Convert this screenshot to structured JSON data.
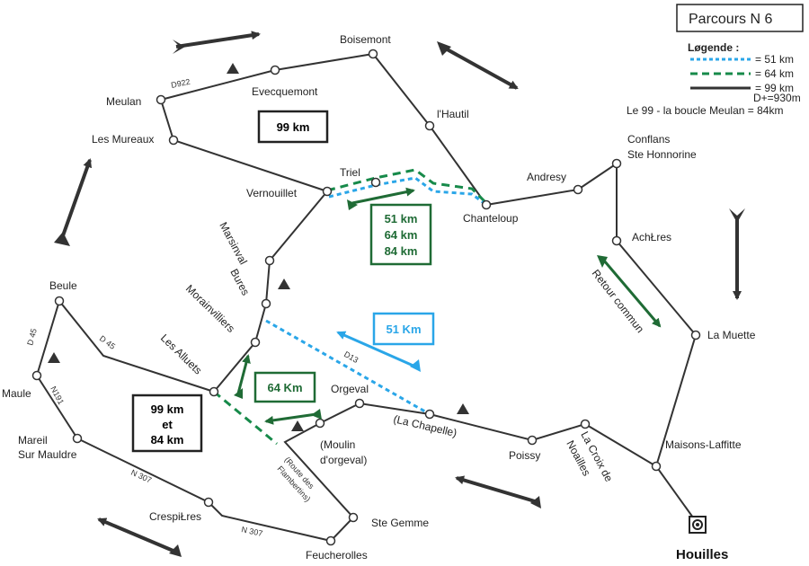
{
  "title": "Parcours N  6",
  "legend": {
    "heading": "Løgende :",
    "items": [
      {
        "label": "=  51 km",
        "color": "#2aa6e8",
        "style": "dotted"
      },
      {
        "label": "=  64 km",
        "color": "#178a4a",
        "style": "dashed"
      },
      {
        "label": "=  99 km",
        "color": "#333333",
        "style": "solid"
      }
    ],
    "elevation": "D+=930m",
    "note": "Le 99 - la boucle Meulan = 84km"
  },
  "boxes": {
    "box_99": "99 km",
    "box_multi": [
      "51 km",
      "64 km",
      "84 km"
    ],
    "box_51": "51 Km",
    "box_64": "64 Km",
    "box_99_84": [
      "99 km",
      "et",
      "84 km"
    ]
  },
  "places": {
    "boisemont": "Boisemont",
    "evecquemont": "Evecquemont",
    "meulan": "Meulan",
    "les_mureaux": "Les Mureaux",
    "hautil": "l'Hautil",
    "andresy": "Andresy",
    "conflans": [
      "Conflans",
      "Ste Honnorine"
    ],
    "triel": "Triel",
    "vernouillet": "Vernouillet",
    "chanteloup": "Chanteloup",
    "acheres": "AchŁres",
    "marsinval": "Marsinval",
    "bures": "Bures",
    "morainvilliers": "Morainvilliers",
    "les_alluets": "Les Alluets",
    "beule": "Beule",
    "maule": "Maule",
    "mareil": [
      "Mareil",
      "Sur Mauldre"
    ],
    "orgeval": "Orgeval",
    "moulin": [
      "(Moulin",
      "d'orgeval)"
    ],
    "la_chapelle": "(La Chapelle)",
    "poissy": "Poissy",
    "croix_noailles": [
      "La Croix de",
      "Noailles"
    ],
    "la_muette": "La Muette",
    "maisons_laffitte": "Maisons-Laffitte",
    "route_flambertins": [
      "(Route des",
      "Flambertins)"
    ],
    "crespieres": "CrespiŁres",
    "ste_gemme": "Ste Gemme",
    "feucherolles": "Feucherolles",
    "houilles": "Houilles",
    "retour_commun": "Retour commun"
  },
  "roads": {
    "d922": "D922",
    "d45_a": "D 45",
    "d45_b": "D 45",
    "n191": "N191",
    "n307_a": "N 307",
    "n307_b": "N 307",
    "d13": "D13"
  },
  "colors": {
    "route_99": "#333333",
    "route_51": "#2aa6e8",
    "route_64": "#178a4a",
    "arrow_dark": "#333333",
    "box_green": "#1f6b35",
    "box_blue": "#2aa6e8"
  }
}
